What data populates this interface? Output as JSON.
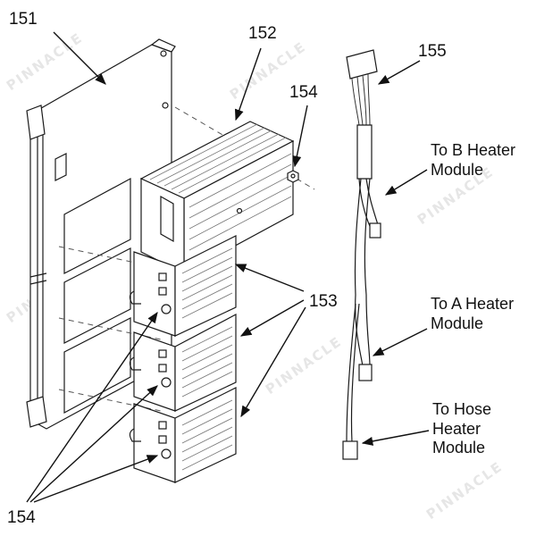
{
  "watermark": "PINNACLE",
  "callouts": {
    "c151": "151",
    "c152": "152",
    "c153": "153",
    "c154_top": "154",
    "c154_bottom": "154",
    "c155": "155"
  },
  "labels": {
    "b_heater": [
      "To B Heater",
      "Module"
    ],
    "a_heater": [
      "To A Heater",
      "Module"
    ],
    "hose_heater": [
      "To Hose",
      "Heater",
      "Module"
    ]
  },
  "colors": {
    "line": "#1a1a1a",
    "shade": "#9a9a9a",
    "watermark": "#e6e6e6"
  }
}
